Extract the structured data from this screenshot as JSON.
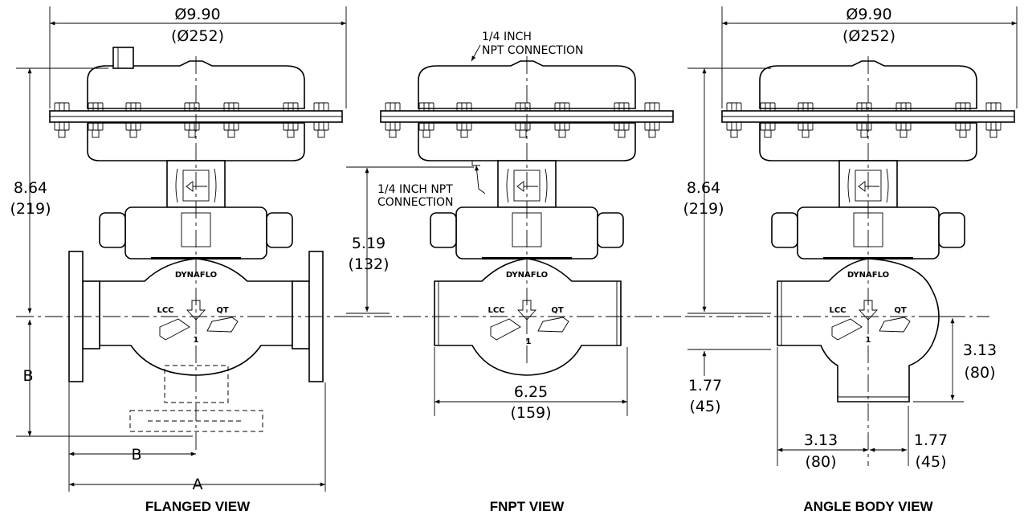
{
  "views": {
    "flanged": {
      "title": "FLANGED VIEW",
      "dia_in": "Ø9.90",
      "dia_mm": "(Ø252)",
      "height_in": "8.64",
      "height_mm": "(219)",
      "dim_b_vertical": "B",
      "dim_b_horizontal": "B",
      "dim_a": "A",
      "logo": "DYNAFLO",
      "mark_left": "LCC",
      "mark_right": "QT",
      "mark_num": "1"
    },
    "fnpt": {
      "title": "FNPT VIEW",
      "top_note_line1": "1/4 INCH",
      "top_note_line2": "NPT CONNECTION",
      "side_note_line1": "1/4 INCH NPT",
      "side_note_line2": "CONNECTION",
      "height_in": "5.19",
      "height_mm": "(132)",
      "length_in": "6.25",
      "length_mm": "(159)",
      "logo": "DYNAFLO",
      "mark_left": "LCC",
      "mark_right": "QT",
      "mark_num": "1"
    },
    "angle": {
      "title": "ANGLE BODY VIEW",
      "dia_in": "Ø9.90",
      "dia_mm": "(Ø252)",
      "height_in": "8.64",
      "height_mm": "(219)",
      "right_vert_in": "3.13",
      "right_vert_mm": "(80)",
      "left_vert_in": "1.77",
      "left_vert_mm": "(45)",
      "bottom_left_in": "3.13",
      "bottom_left_mm": "(80)",
      "bottom_right_in": "1.77",
      "bottom_right_mm": "(45)",
      "logo": "DYNAFLO",
      "mark_left": "LCC",
      "mark_right": "QT",
      "mark_num": "1"
    }
  }
}
